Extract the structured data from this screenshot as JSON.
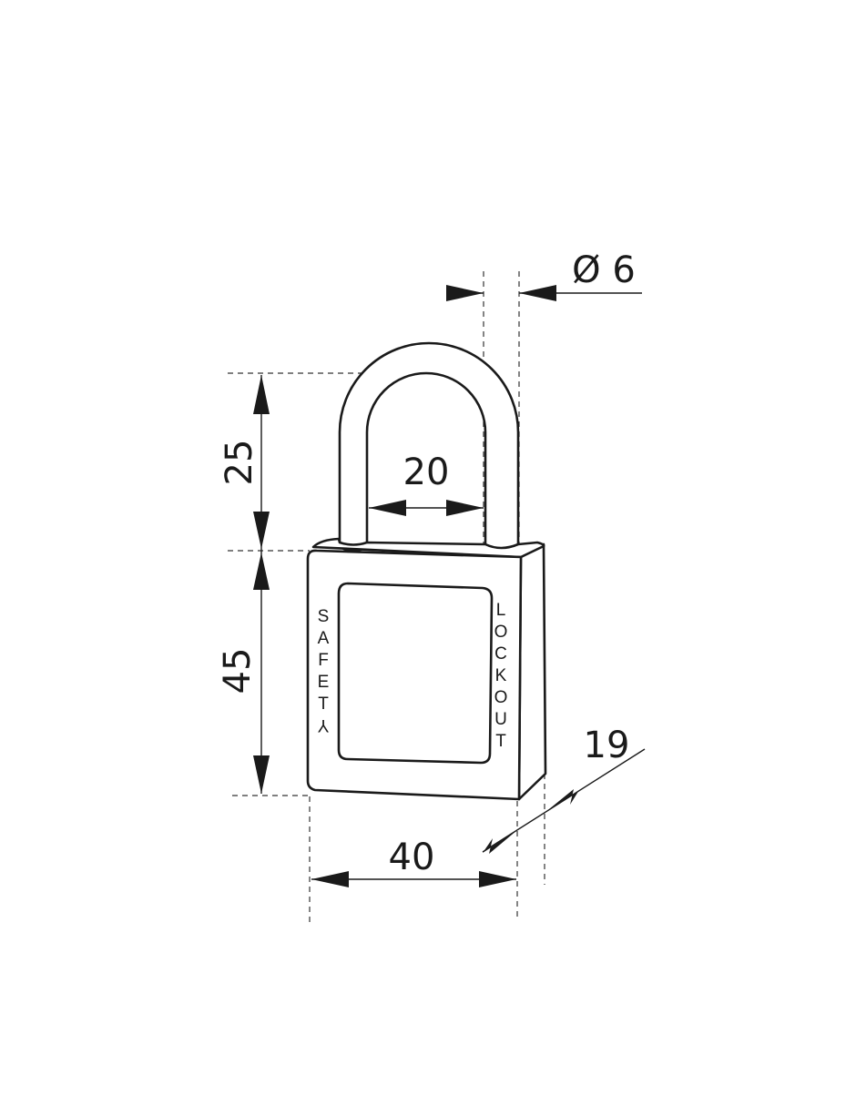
{
  "dimensions": {
    "shackle_height": "25",
    "body_height": "45",
    "shackle_clearance": "20",
    "shackle_diameter": "Ø 6",
    "body_width": "40",
    "body_depth": "19"
  },
  "engraving": {
    "left": [
      "S",
      "A",
      "F",
      "E",
      "T",
      "Y"
    ],
    "right": [
      "L",
      "O",
      "C",
      "K",
      "O",
      "U",
      "T"
    ]
  }
}
